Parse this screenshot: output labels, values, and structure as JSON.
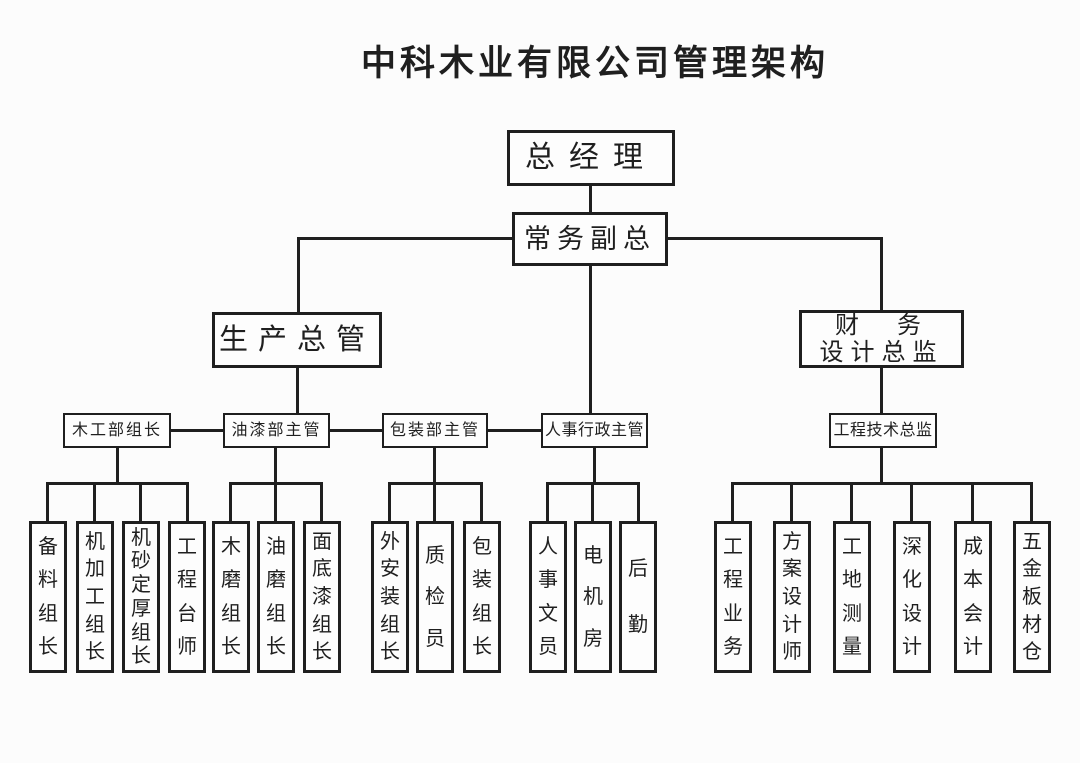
{
  "title": "中科木业有限公司管理架构",
  "colors": {
    "line": "#1f1f1f",
    "text": "#1f1f1f",
    "background": "#fcfcfc",
    "box-fill": "#fdfdfd"
  },
  "org": {
    "general_manager": {
      "label": "总经理"
    },
    "deputy_general_manager": {
      "label": "常务副总"
    },
    "production_director": {
      "label": "生产总管"
    },
    "finance_design_director": {
      "line1": "财　务",
      "line2": "设计总监"
    },
    "departments": [
      {
        "label": "木工部组长",
        "children": [
          "备料组长",
          "机加工组长",
          "机砂定厚组长",
          "工程台师"
        ]
      },
      {
        "label": "油漆部主管",
        "children": [
          "木磨组长",
          "油磨组长",
          "面底漆组长"
        ]
      },
      {
        "label": "包装部主管",
        "children": [
          "外安装组长",
          "质检员",
          "包装组长"
        ]
      },
      {
        "label": "人事行政主管",
        "children": [
          "人事文员",
          "电机房",
          "后勤"
        ]
      },
      {
        "label": "工程技术总监",
        "children": [
          "工程业务",
          "方案设计师",
          "工地测量",
          "深化设计",
          "成本会计",
          "五金板材仓"
        ]
      }
    ]
  }
}
